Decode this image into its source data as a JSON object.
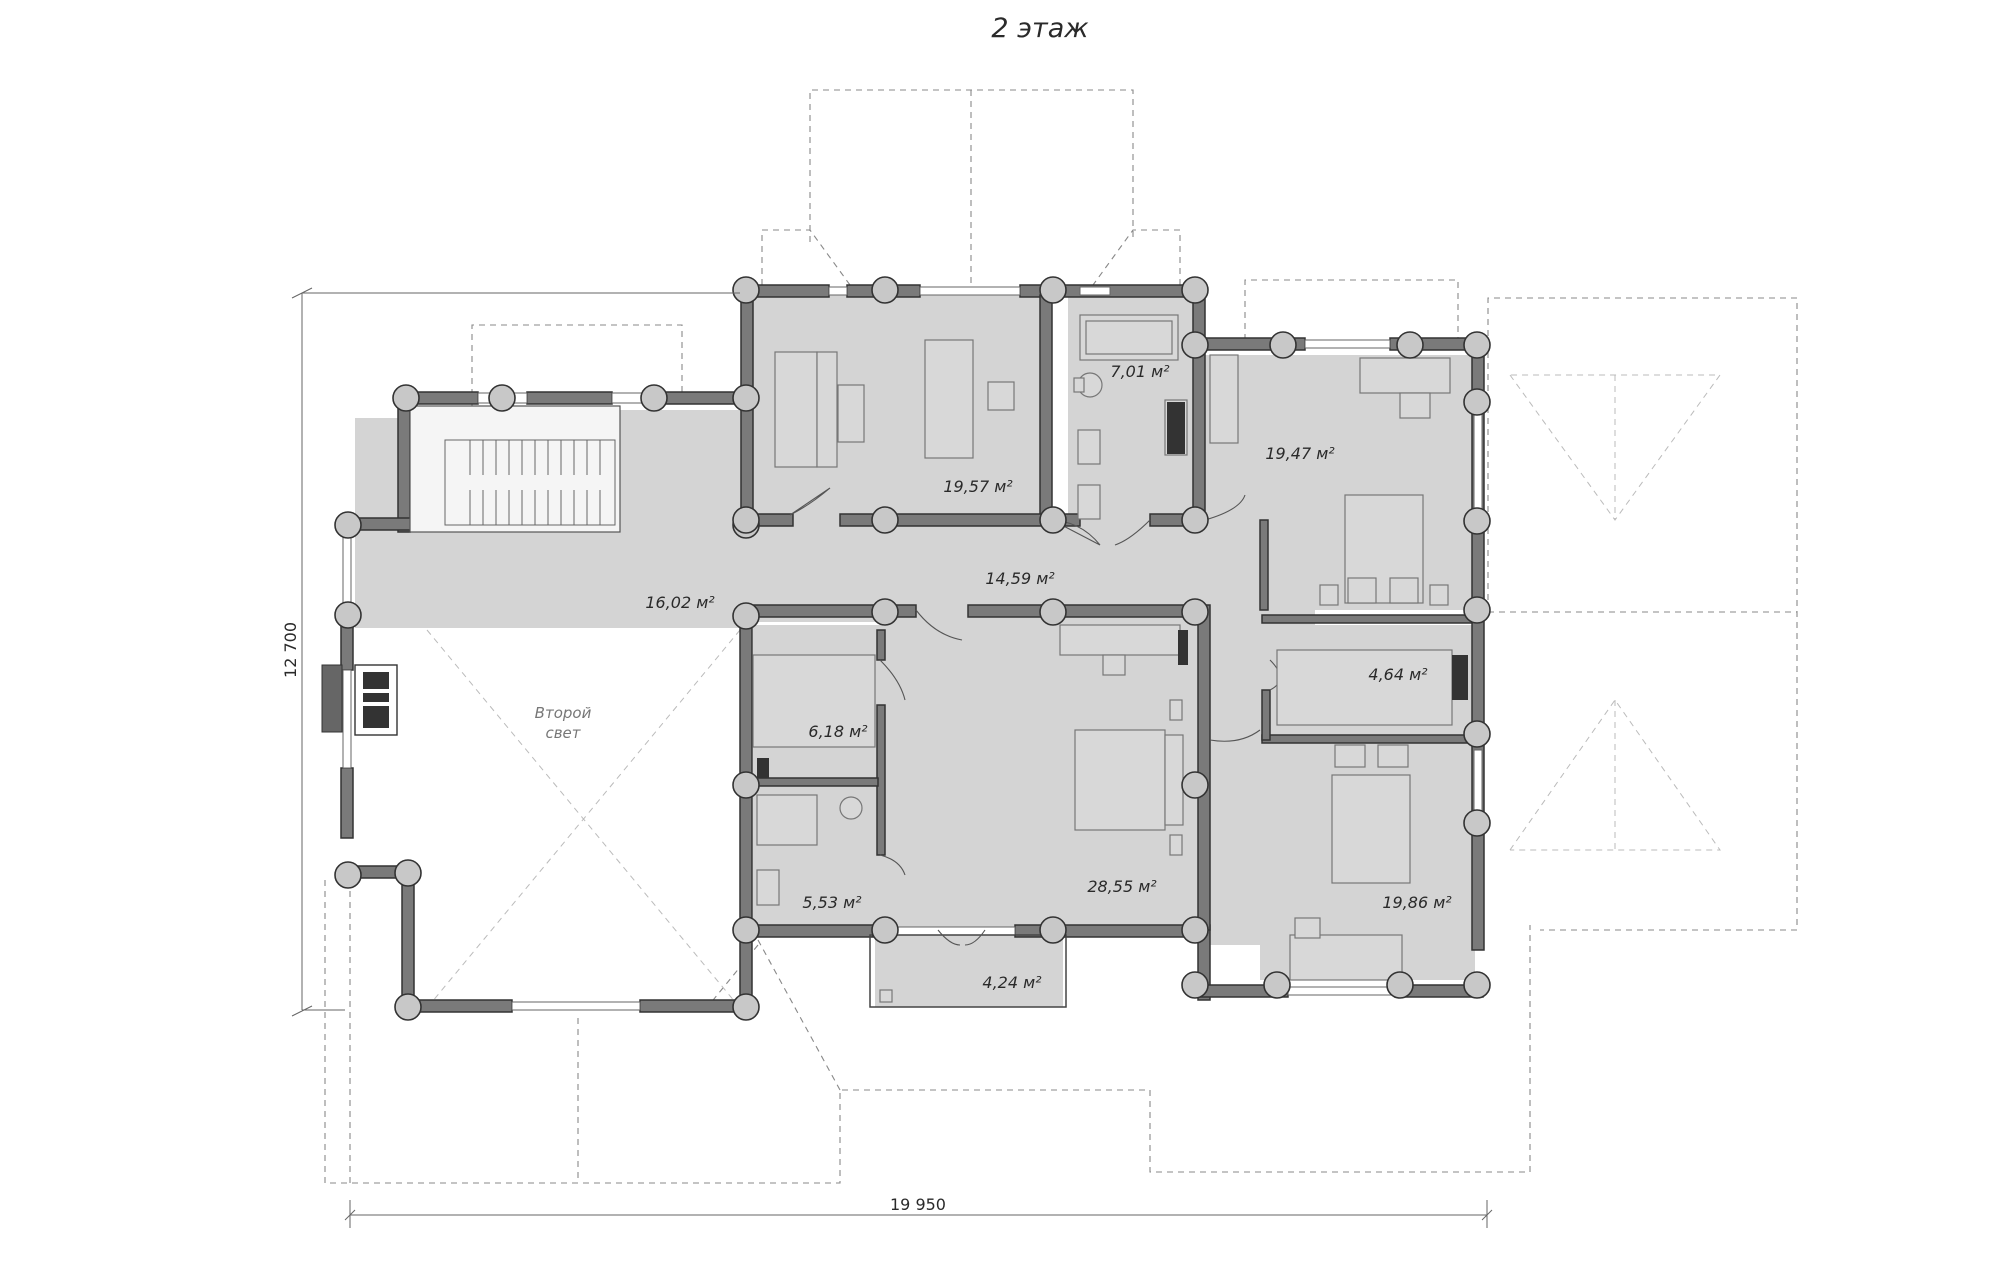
{
  "title": "2 этаж",
  "dimensions": {
    "width": "19 950",
    "height": "12 700"
  },
  "rooms": [
    {
      "area": "19,57 м²"
    },
    {
      "area": "7,01 м²"
    },
    {
      "area": "19,47 м²"
    },
    {
      "area": "16,02 м²"
    },
    {
      "area": "14,59 м²"
    },
    {
      "area": "4,64 м²"
    },
    {
      "area": "6,18 м²"
    },
    {
      "area": "28,55 м²"
    },
    {
      "area": "5,53 м²"
    },
    {
      "area": "19,86 м²"
    },
    {
      "area": "4,24 м²"
    }
  ],
  "second_light": {
    "line1": "Второй",
    "line2": "свет"
  },
  "colors": {
    "room_fill": "#d4d4d4",
    "wall_fill": "#7a7a7a",
    "column_fill": "#c8c8c8"
  }
}
